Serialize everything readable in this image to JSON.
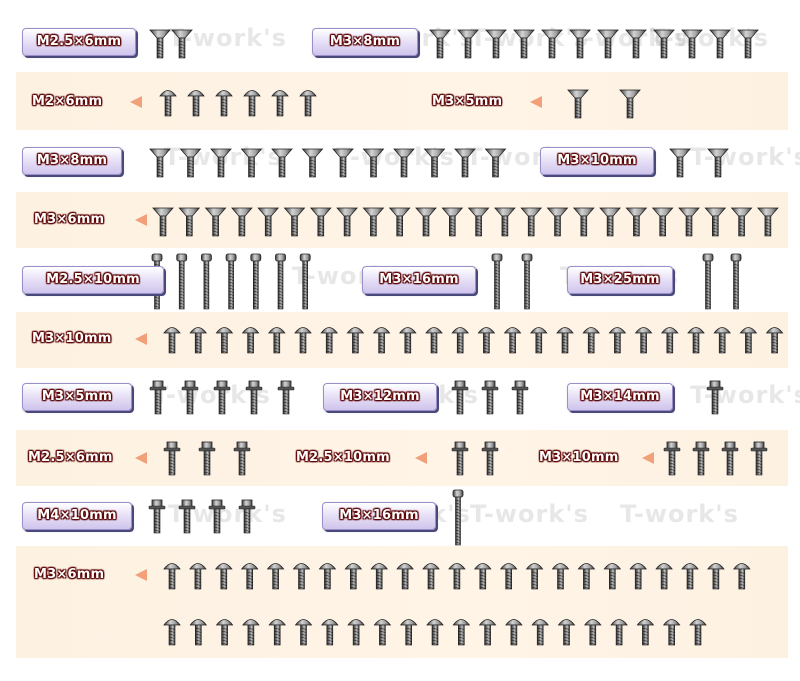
{
  "watermark": "T-work's",
  "colors": {
    "arrow": "#f2a07a",
    "band": "#fdf1e2",
    "tag_border": "#9a8fc9"
  },
  "rows": [
    {
      "style": "tag",
      "labels": [
        "M2.5×6mm",
        "M3×8mm"
      ],
      "groups": [
        {
          "type": "flat",
          "count": 2
        },
        {
          "type": "flat",
          "count": 12
        }
      ]
    },
    {
      "style": "band",
      "labels": [
        "M2×6mm",
        "M3×5mm"
      ],
      "groups": [
        {
          "type": "button",
          "count": 6
        },
        {
          "type": "flat",
          "count": 2
        }
      ]
    },
    {
      "style": "tag",
      "labels": [
        "M3×8mm",
        "M3×10mm"
      ],
      "groups": [
        {
          "type": "flat",
          "count": 12
        },
        {
          "type": "flat",
          "count": 2
        }
      ]
    },
    {
      "style": "band",
      "labels": [
        "M3×6mm"
      ],
      "groups": [
        {
          "type": "flat",
          "count": 24
        }
      ]
    },
    {
      "style": "tag",
      "labels": [
        "M2.5×10mm",
        "M3×16mm",
        "M3×25mm"
      ],
      "groups": [
        {
          "type": "cap",
          "count": 7
        },
        {
          "type": "cap",
          "count": 2
        },
        {
          "type": "cap",
          "count": 2
        }
      ]
    },
    {
      "style": "band",
      "labels": [
        "M3×10mm"
      ],
      "groups": [
        {
          "type": "button",
          "count": 24
        }
      ]
    },
    {
      "style": "tag",
      "labels": [
        "M3×5mm",
        "M3×12mm",
        "M3×14mm"
      ],
      "groups": [
        {
          "type": "flange",
          "count": 5
        },
        {
          "type": "flange",
          "count": 3
        },
        {
          "type": "flange",
          "count": 1
        }
      ]
    },
    {
      "style": "band",
      "labels": [
        "M2.5×6mm",
        "M2.5×10mm",
        "M3×10mm"
      ],
      "groups": [
        {
          "type": "flange",
          "count": 3
        },
        {
          "type": "flange",
          "count": 2
        },
        {
          "type": "flange",
          "count": 4
        }
      ]
    },
    {
      "style": "tag",
      "labels": [
        "M4×10mm",
        "M3×16mm"
      ],
      "groups": [
        {
          "type": "flange",
          "count": 4
        },
        {
          "type": "cap",
          "count": 1
        }
      ]
    },
    {
      "style": "band",
      "labels": [
        "M3×6mm"
      ],
      "groups": [
        {
          "type": "button",
          "count": 23
        },
        {
          "type": "button",
          "count": 21
        }
      ]
    }
  ]
}
